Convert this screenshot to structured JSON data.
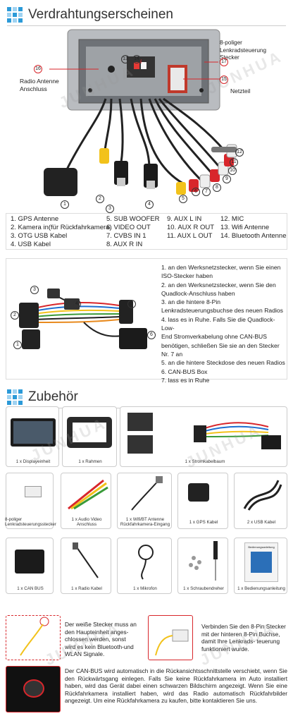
{
  "section1": {
    "title": "Verdrahtungserscheinen"
  },
  "callouts": {
    "radio_antenna": "Radio Antenne Anschluss",
    "steering": "8-poliger Lenkradsteuerung Stecker",
    "power": "Netzteil",
    "n16": "16",
    "n17": "17",
    "n15": "15",
    "n13": "13",
    "n14": "14",
    "n1": "1",
    "n2": "2",
    "n3": "3",
    "n4": "4",
    "n5": "5",
    "n6": "6",
    "n7": "7",
    "n8": "8",
    "n9": "9",
    "n10": "10",
    "n11": "11",
    "n12": "12"
  },
  "legend": [
    [
      "1. GPS Antenne",
      "5. SUB WOOFER",
      "9. AUX L IN",
      "12. MIC"
    ],
    [
      "2. Kamera in(für Rückfahrkamera)",
      "6. VIDEO OUT",
      "10. AUX R OUT",
      "13. Wifi Antenne"
    ],
    [
      "3. OTG USB Kabel",
      "7. CVBS IN 1",
      "11. AUX L OUT",
      "14. Bluetooth Antenne"
    ],
    [
      "4. USB Kabel",
      "8. AUX R IN",
      "",
      ""
    ]
  ],
  "harness": {
    "labels": [
      "1",
      "2",
      "3",
      "4",
      "5",
      "6"
    ],
    "steps": [
      "1. an den Werksnetzstecker, wenn Sie einen",
      "    ISO-Stecker haben",
      "2. an den Werksnetzstecker, wenn Sie den",
      "    Quadlock-Anschluss haben",
      "3. an die hintere 8-Pin",
      "    Lenkradsteuerungsbuchse des neuen Radios",
      "4. lass es in Ruhe. Falls Sie die Quadlock-Low-",
      "    End Stromverkabelung ohne CAN-BUS",
      "    benötigen, schließen Sie sie an den Stecker",
      "    Nr. 7 an",
      "5. an die hintere Steckdose des neuen Radios",
      "6. CAN-BUS Box",
      "7. lass es in Ruhe"
    ]
  },
  "section2": {
    "title": "Zubehör"
  },
  "accessories": {
    "row1": [
      "1 x Displayeinheit",
      "1 x Rahmen",
      "1 x Stromkabelbaum"
    ],
    "row2": [
      "8-poliger Lenkradsteuerungsstecker",
      "1 x Audio Video Anschluss",
      "1 x Wifi/BT Antenne Rückfahrkamera-Eingang",
      "1 x GPS Kabel",
      "2 x USB Kabel"
    ],
    "row3": [
      "1 x CAN BUS",
      "1 x Radio Kabel",
      "1 x Mikrofon",
      "1 x Schraubendreher",
      "1 x Bedienungsanleitung"
    ],
    "manual_title": "Bedienungsanleitung"
  },
  "notes": {
    "white_plug": "Der weiße Stecker muss an den Haupteinheit anges- chlossen werden, sonst wird es kein Bluetooth-und WLAN Signale.",
    "pin8": "Verbinden Sie den 8-Pin Stecker mit der hinteren 8-Pin Buchse, damit Ihre Lenkrads- teuerung funktioniert wurde.",
    "canbus": "Der CAN-BUS wird automatisch in die Rückansichtsschnittstelle verschiebt, wenn Sie den Rückwärtsgang einlegen. Falls Sie keine Rückfahrkamera im Auto installiert haben, wird das Gerät dabei einen schwarzen Bildschirm angezeigt. Wenn Sie eine Rückfahrkamera installiert haben, wird das Radio automatisch Rückfahrbilder angezeigt. Um eine Rückfahrkamera zu kaufen, bitte kontaktieren Sie uns."
  },
  "watermark": "JUNHUA",
  "colors": {
    "accent": "#2b9ad8",
    "red": "#d8262b",
    "yellow": "#f2c21b",
    "white_rca": "#eeeeee"
  }
}
